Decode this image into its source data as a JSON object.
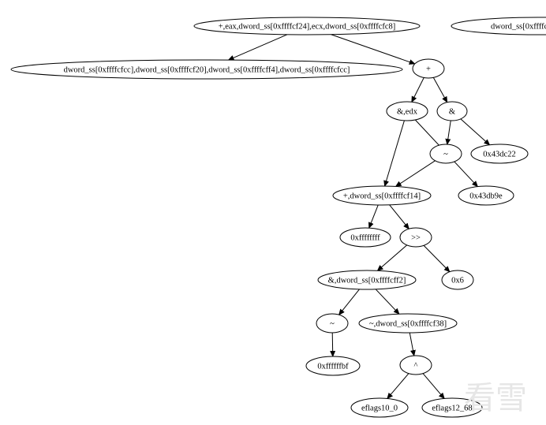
{
  "graph": {
    "nodes": [
      {
        "id": "n0",
        "label": "+,eax,dword_ss[0xffffcf24],ecx,dword_ss[0xffffcfc8]"
      },
      {
        "id": "n1",
        "label": "dword_ss[0xffffc"
      },
      {
        "id": "n2",
        "label": "dword_ss[0xffffcfcc],dword_ss[0xffffcf20],dword_ss[0xffffcff4],dword_ss[0xffffcfcc]"
      },
      {
        "id": "n3",
        "label": "+"
      },
      {
        "id": "n4",
        "label": "&,edx"
      },
      {
        "id": "n5",
        "label": "&"
      },
      {
        "id": "n6",
        "label": "~"
      },
      {
        "id": "n7",
        "label": "0x43dc22"
      },
      {
        "id": "n8",
        "label": "+,dword_ss[0xffffcf14]"
      },
      {
        "id": "n9",
        "label": "0x43db9e"
      },
      {
        "id": "n10",
        "label": "0xffffffff"
      },
      {
        "id": "n11",
        "label": ">>"
      },
      {
        "id": "n12",
        "label": "&,dword_ss[0xffffcff2]"
      },
      {
        "id": "n13",
        "label": "0x6"
      },
      {
        "id": "n14",
        "label": "~"
      },
      {
        "id": "n15",
        "label": "~,dword_ss[0xffffcf38]"
      },
      {
        "id": "n16",
        "label": "0xffffffbf"
      },
      {
        "id": "n17",
        "label": "^"
      },
      {
        "id": "n18",
        "label": "eflags10_0"
      },
      {
        "id": "n19",
        "label": "eflags12_68"
      }
    ],
    "edges": [
      [
        "n0",
        "n2"
      ],
      [
        "n0",
        "n3"
      ],
      [
        "n3",
        "n4"
      ],
      [
        "n3",
        "n5"
      ],
      [
        "n4",
        "n8"
      ],
      [
        "n4",
        "n9"
      ],
      [
        "n5",
        "n6"
      ],
      [
        "n5",
        "n7"
      ],
      [
        "n6",
        "n8"
      ],
      [
        "n8",
        "n10"
      ],
      [
        "n8",
        "n11"
      ],
      [
        "n11",
        "n12"
      ],
      [
        "n11",
        "n13"
      ],
      [
        "n12",
        "n14"
      ],
      [
        "n12",
        "n15"
      ],
      [
        "n14",
        "n16"
      ],
      [
        "n15",
        "n17"
      ],
      [
        "n17",
        "n18"
      ],
      [
        "n17",
        "n19"
      ]
    ]
  },
  "watermark": "看雪"
}
